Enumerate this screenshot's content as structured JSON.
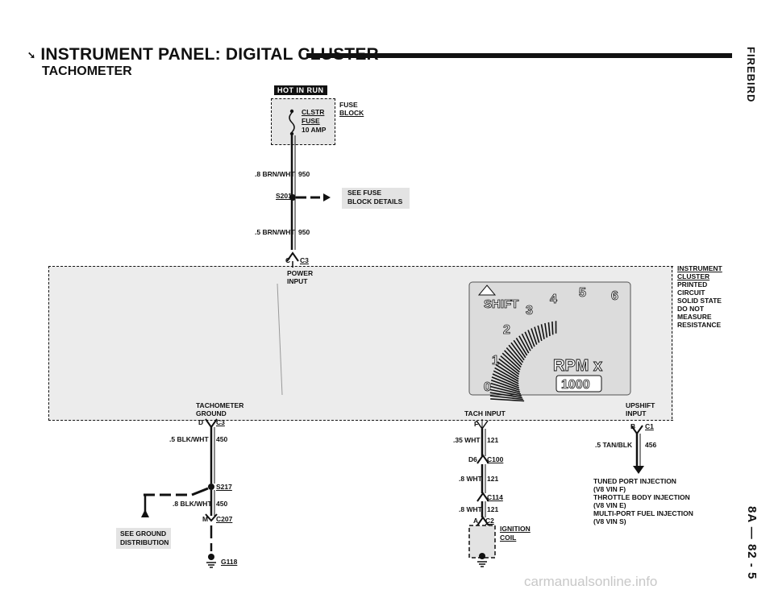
{
  "header": {
    "title": "INSTRUMENT PANEL: DIGITAL CLUSTER",
    "subtitle": "TACHOMETER",
    "side_label": "FIREBIRD",
    "page_number": "8A — 82 - 5"
  },
  "fuse": {
    "hot_label": "HOT IN RUN",
    "name": "CLSTR",
    "name2": "FUSE",
    "rating": "10 AMP",
    "block_label": "FUSE",
    "block_label2": "BLOCK"
  },
  "wires": {
    "w950a": ".8 BRN/WHT",
    "w950a_circuit": "950",
    "w950b": ".5 BRN/WHT",
    "w950b_circuit": "950",
    "w450a": ".5 BLK/WHT",
    "w450a_circuit": "450",
    "w450b": ".8 BLK/WHT",
    "w450b_circuit": "450",
    "w121a": ".35 WHT",
    "w121a_circuit": "121",
    "w121b": ".8 WHT",
    "w121b_circuit": "121",
    "w121c": ".8 WHT",
    "w121c_circuit": "121",
    "w456": ".5 TAN/BLK",
    "w456_circuit": "456"
  },
  "splices": {
    "s201": "S201",
    "s217": "S217",
    "g118": "G118"
  },
  "notes": {
    "see_fuse_1": "SEE FUSE",
    "see_fuse_2": "BLOCK DETAILS",
    "see_ground_1": "SEE GROUND",
    "see_ground_2": "DISTRIBUTION"
  },
  "connectors": {
    "c3_top_pin": "C",
    "c3_top": "C3",
    "c3_bot_pin": "D",
    "c3_bot": "C3",
    "c1_pin": "B",
    "c1": "C1",
    "c100_pin": "D6",
    "c100": "C100",
    "c114": "C114",
    "c2_pin": "A",
    "c2": "C2",
    "c207_pin": "M",
    "c207": "C207",
    "tach_pin": "F"
  },
  "cluster": {
    "power_input_1": "POWER",
    "power_input_2": "INPUT",
    "tach_ground_1": "TACHOMETER",
    "tach_ground_2": "GROUND",
    "tach_input": "TACH INPUT",
    "upshift_1": "UPSHIFT",
    "upshift_2": "INPUT",
    "label_lines": [
      "INSTRUMENT",
      "CLUSTER",
      "PRINTED",
      "CIRCUIT",
      "SOLID STATE",
      "DO NOT",
      "MEASURE",
      "RESISTANCE"
    ],
    "display_shift": "SHIFT",
    "display_rpm": "RPM x",
    "display_1000": "1000",
    "numerals": [
      "0",
      "1",
      "2",
      "3",
      "4",
      "5",
      "6"
    ]
  },
  "ignition": {
    "label1": "IGNITION",
    "label2": "COIL"
  },
  "engine_notes": [
    "TUNED PORT INJECTION",
    "(V8 VIN F)",
    "THROTTLE BODY INJECTION",
    "(V8 VIN E)",
    "MULTI-PORT FUEL INJECTION",
    "(V8 VIN S)"
  ],
  "footer": {
    "watermark": "carmanualsonline.info"
  }
}
